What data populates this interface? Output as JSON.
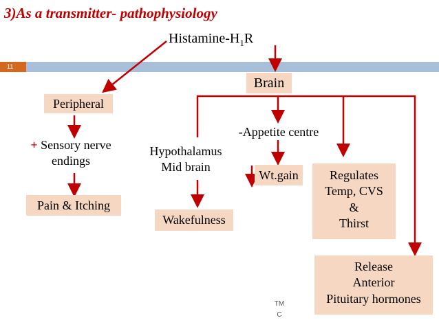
{
  "title": "3)As a transmitter- pathophysiology",
  "slide_number": "11",
  "root": {
    "main": "Histamine-H",
    "sub": "1",
    "tail": "R"
  },
  "nodes": {
    "brain": "Brain",
    "peripheral": "Peripheral",
    "sensory_plus": "+",
    "sensory_line1": "Sensory nerve",
    "sensory_line2": "endings",
    "pain": "Pain & Itching",
    "hypo_line1": "Hypothalamus",
    "hypo_line2": "Mid brain",
    "wakefulness": "Wakefulness",
    "appetite": "-Appetite centre",
    "wtgain": "Wt.gain",
    "regulates_line1": "Regulates",
    "regulates_line2": "Temp, CVS",
    "regulates_line3": "&",
    "regulates_line4": "Thirst",
    "release_line1": "Release",
    "release_line2": "Anterior",
    "release_line3": "Pituitary hormones"
  },
  "watermark": {
    "line1": "TM",
    "line2": "C"
  },
  "colors": {
    "arrow": "#c00000",
    "box_fill": "#f6d7c2",
    "title": "#c00000",
    "bar": "#a7bfd9",
    "slide_num_bg": "#d2691e"
  }
}
